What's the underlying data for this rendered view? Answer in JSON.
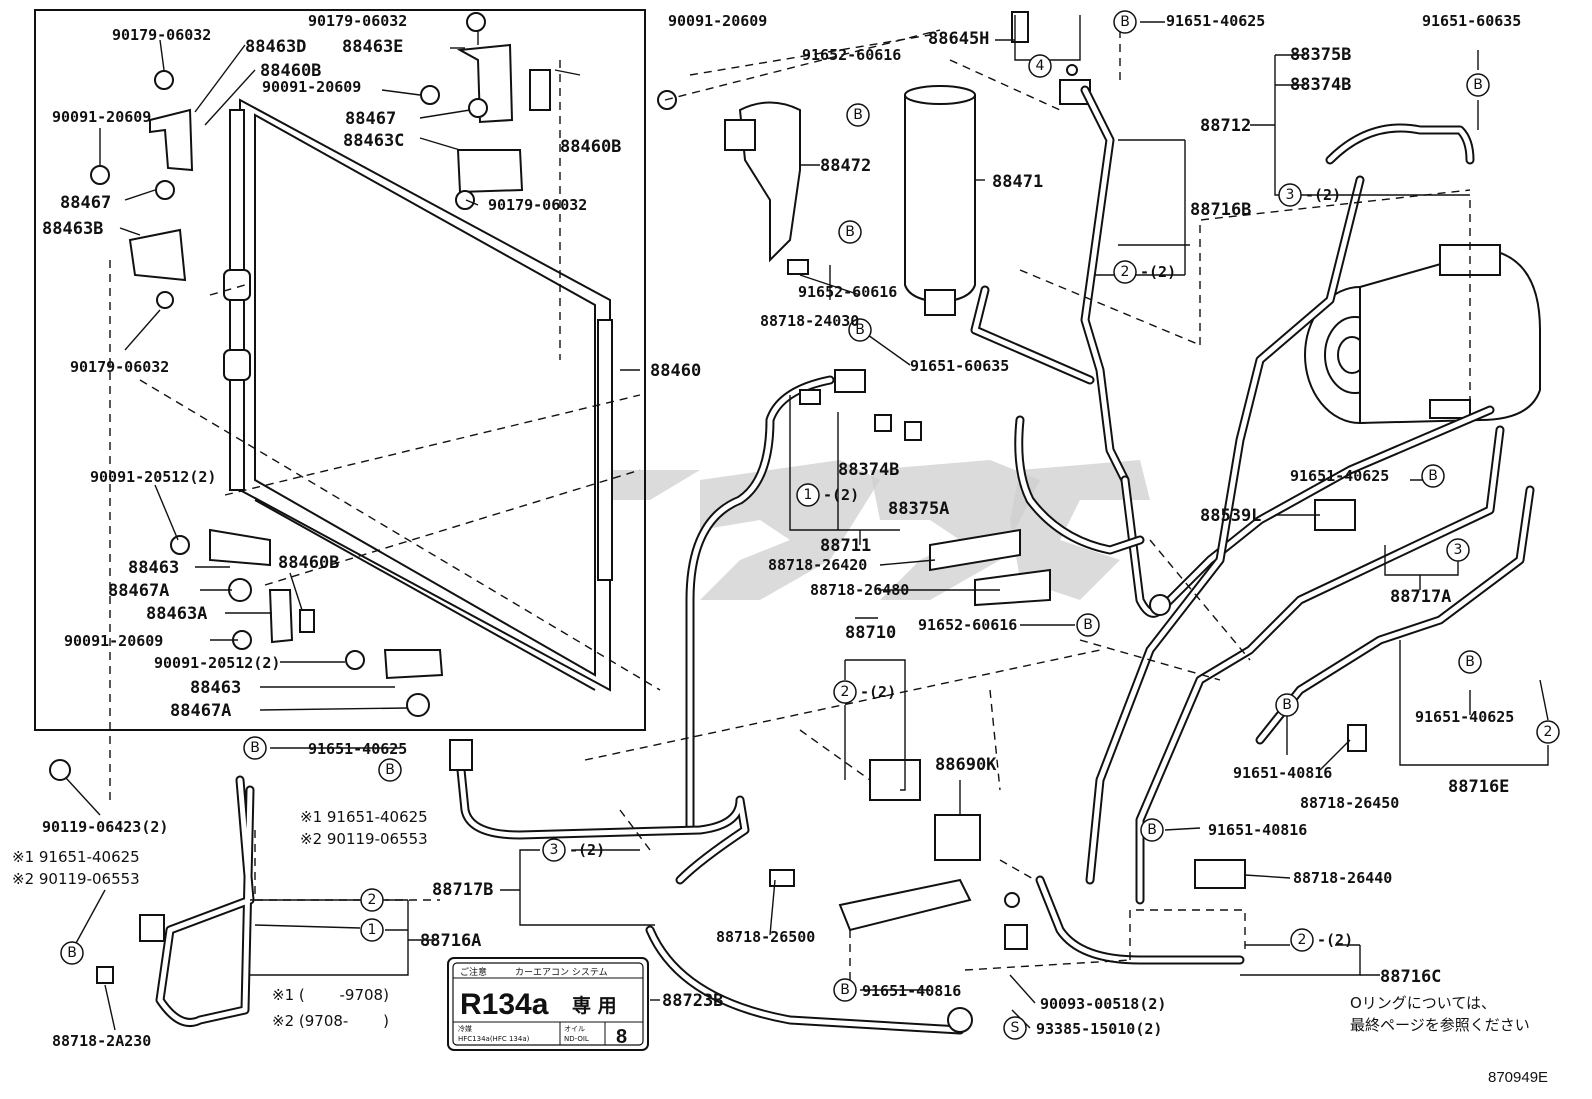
{
  "diagram_id": "870949E",
  "footnote_lines": [
    "Oリングについては、",
    "最終ページを参照ください"
  ],
  "variant_notes": {
    "n1_label": "※1 91651-40625",
    "n2_label": "※2 90119-06553",
    "n1_label_b": "※1 91651-40625",
    "n2_label_b": "※2 90119-06553",
    "range1": "※1 (　　 -9708)",
    "range2": "※2 (9708-　　 )"
  },
  "refrigerant_label": {
    "header_left": "ご注意",
    "header_right": "カーエアコン システム",
    "main": "R134a",
    "suffix": "専 用",
    "bottom_left": "冷媒",
    "bottom_left_sub": "HFC134a(HFC 134a)",
    "bottom_mid": "オイル",
    "bottom_mid_sub": "ND-OIL",
    "bottom_num": "8"
  },
  "callouts": {
    "c1": "1",
    "c2": "2",
    "c3": "3",
    "c4": "4",
    "B": "B",
    "S": "S",
    "qty2": "-(2)"
  },
  "parts": {
    "p90179_06032_a": "90179-06032",
    "p90179_06032_b": "90179-06032",
    "p90179_06032_c": "90179-06032",
    "p90179_06032_d": "90179-06032",
    "p88463D": "88463D",
    "p88463E": "88463E",
    "p88460B_a": "88460B",
    "p88460B_b": "88460B",
    "p88460B_c": "88460B",
    "p90091_20609_a": "90091-20609",
    "p90091_20609_b": "90091-20609",
    "p90091_20609_c": "90091-20609",
    "p90091_20609_d": "90091-20609",
    "p88467_a": "88467",
    "p88467_b": "88467",
    "p88463C": "88463C",
    "p88463B": "88463B",
    "p88460": "88460",
    "p90091_20512_a": "90091-20512(2)",
    "p90091_20512_b": "90091-20512(2)",
    "p88463_a": "88463",
    "p88463_b": "88463",
    "p88467A_a": "88467A",
    "p88467A_b": "88467A",
    "p88463A": "88463A",
    "p90119_06423": "90119-06423(2)",
    "p88718_2A230": "88718-2A230",
    "p91652_60616_a": "91652-60616",
    "p91652_60616_b": "91652-60616",
    "p91652_60616_c": "91652-60616",
    "p88472": "88472",
    "p88471": "88471",
    "p88718_24030": "88718-24030",
    "p88645H": "88645H",
    "p91651_40625_a": "91651-40625",
    "p91651_40625_b": "91651-40625",
    "p91651_40625_c": "91651-40625",
    "p91651_40625_d": "91651-40625",
    "p91651_60635_a": "91651-60635",
    "p91651_60635_b": "91651-60635",
    "p88716B": "88716B",
    "p88375B": "88375B",
    "p88374B_a": "88374B",
    "p88374B_b": "88374B",
    "p88375A": "88375A",
    "p88712": "88712",
    "p88711": "88711",
    "p88718_26420": "88718-26420",
    "p88718_26480": "88718-26480",
    "p88539L": "88539L",
    "p88717A": "88717A",
    "p88716E": "88716E",
    "p88710": "88710",
    "p88690K": "88690K",
    "p91651_40816_a": "91651-40816",
    "p91651_40816_b": "91651-40816",
    "p91651_40816_c": "91651-40816",
    "p88718_26450": "88718-26450",
    "p88718_26440": "88718-26440",
    "p88716A": "88716A",
    "p88717B": "88717B",
    "p88718_26500": "88718-26500",
    "p88723B": "88723B",
    "p90093_00518": "90093-00518(2)",
    "p93385_15010": "93385-15010(2)",
    "p88716C": "88716C"
  }
}
